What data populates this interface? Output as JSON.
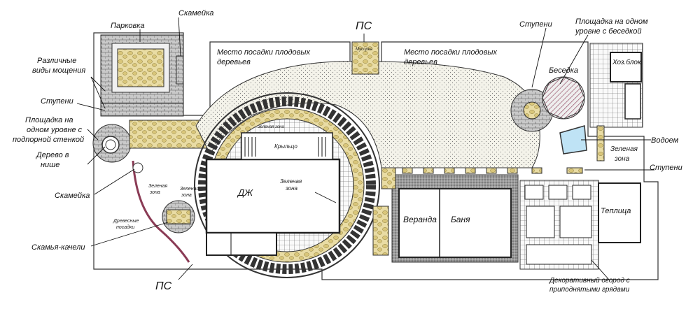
{
  "colors": {
    "pavement": "#f3f1e6",
    "stone": "#e6d89a",
    "water": "#bfe3f5",
    "dark_paving": "#8d8d8d",
    "outline": "#222222",
    "wall": "#8a3b55"
  },
  "labels": {
    "parking": "Парковка",
    "bench_top": "Скамейка",
    "paving_types": [
      "Различные",
      "виды мощения"
    ],
    "steps_left": "Ступени",
    "platform_left": [
      "Площадка на",
      "одном уровне с",
      "подпорной стенкой"
    ],
    "tree_niche": [
      "Дерево в",
      "нише"
    ],
    "bench_left": "Скамейка",
    "swing_bench": "Скамья-качели",
    "ps_top": "ПС",
    "ps_bottom": "ПС",
    "fruit_left": [
      "Место посадки плодовых",
      "деревьев"
    ],
    "fruit_right": [
      "Место посадки плодовых",
      "деревьев"
    ],
    "steps_top_right": "Ступени",
    "platform_gazebo": [
      "Площадка на одном",
      "уровне с беседкой"
    ],
    "gazebo": "Беседка",
    "shed": "Хоз.блок",
    "pond": "Водоем",
    "green_zone_right": [
      "Зеленая",
      "зона"
    ],
    "steps_right": "Ступени",
    "greenhouse": "Теплица",
    "veranda": "Веранда",
    "bath": "Баня",
    "house": "ДЖ",
    "porch": "Крыльцо",
    "green_zone_center": [
      "Зеленая",
      "зона"
    ],
    "green_zone_small": "Зеленая зона",
    "green_zone_left_a": [
      "Зеленая",
      "зона"
    ],
    "green_zone_left_b": [
      "Зеленая",
      "зона"
    ],
    "wood_plantings": [
      "Древесные",
      "посадки"
    ],
    "garbage": "Мусорка",
    "garden": [
      "Декоративный огород с",
      "приподнятыми грядами"
    ]
  }
}
